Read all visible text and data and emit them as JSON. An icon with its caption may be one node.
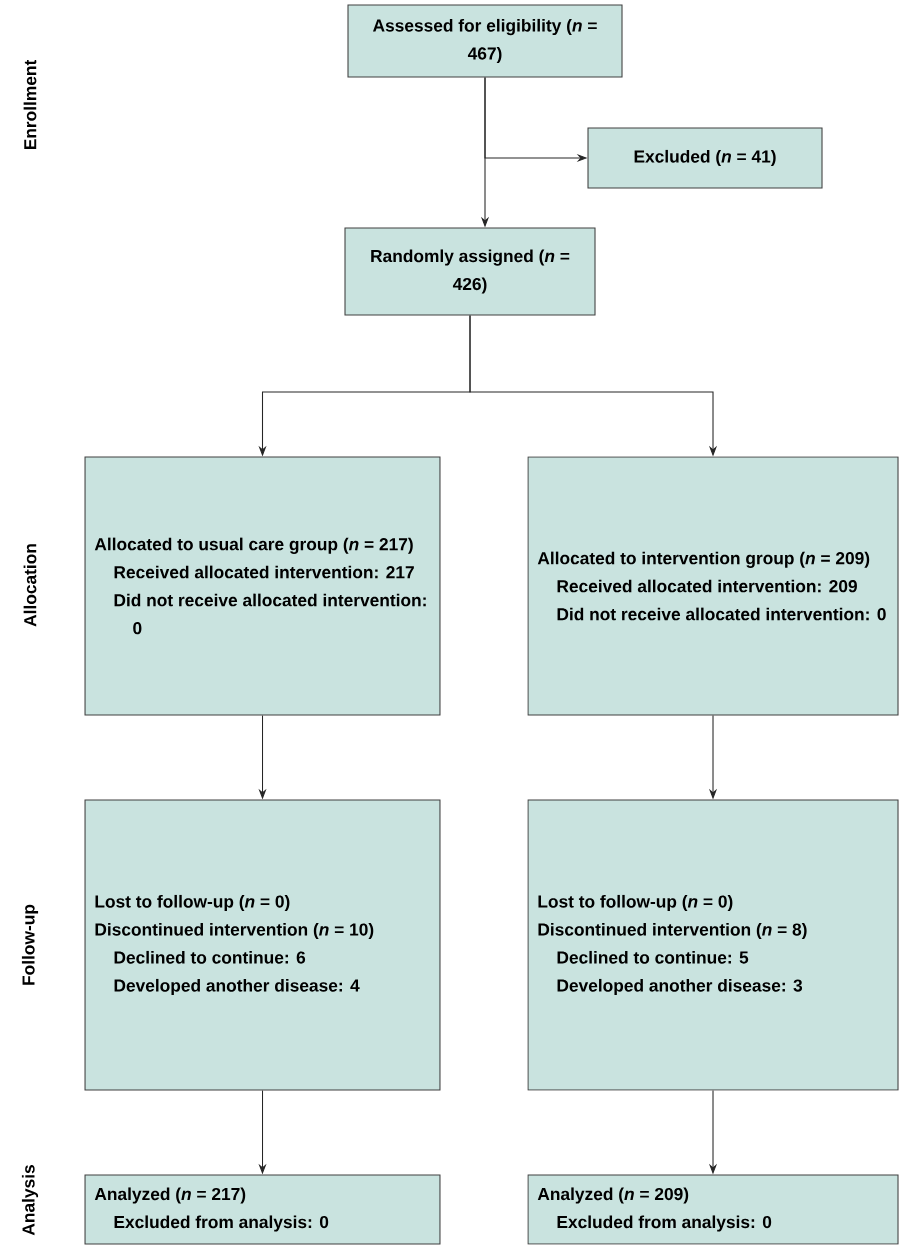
{
  "diagram": {
    "nodes": [
      {
        "text": [
          "Assessed for eligibility (*n* = 467)"
        ]
      },
      {
        "text": [
          "Excluded (*n* = 41)"
        ]
      },
      {
        "text": [
          "Randomly assigned (*n* = 426)"
        ]
      },
      {
        "text": [
          "Allocated to usual care group (*n* = 217)",
          "Received allocated intervention: 217",
          "Did not receive allocated intervention: 0"
        ]
      },
      {
        "text": [
          "Allocated to intervention group (*n* = 209)",
          "Received allocated intervention: 209",
          "Did not receive allocated intervention: 0"
        ]
      },
      {
        "text": [
          "Lost to follow-up (*n* = 0)",
          "Discontinued intervention (*n* = 10)",
          "Declined to continue: 6",
          "Developed another disease: 4"
        ]
      },
      {
        "text": [
          "Lost to follow-up (*n* = 0)",
          "Discontinued intervention (*n* = 8)",
          "Declined to continue: 5",
          "Developed another disease: 3"
        ]
      },
      {
        "text": [
          "Analyzed (*n* = 217)",
          "Excluded from analysis: 0"
        ]
      },
      {
        "text": [
          "Analyzed (*n* = 209)",
          "Excluded from analysis: 0"
        ]
      }
    ],
    "edges": [
      {
        "from": 0,
        "to": 1,
        "arrow": "to"
      },
      {
        "from": 0,
        "to": 2,
        "arrow": "to"
      },
      {
        "from": 2,
        "to": 3,
        "arrow": "to"
      },
      {
        "from": 2,
        "to": 4,
        "arrow": "to"
      },
      {
        "from": 3,
        "to": 5,
        "arrow": "to"
      },
      {
        "from": 4,
        "to": 6,
        "arrow": "to"
      },
      {
        "from": 5,
        "to": 7,
        "arrow": "to"
      },
      {
        "from": 6,
        "to": 8,
        "arrow": "to"
      }
    ],
    "labels": [
      "Enrollment",
      "Allocation",
      "Follow-up",
      "Analysis"
    ]
  }
}
